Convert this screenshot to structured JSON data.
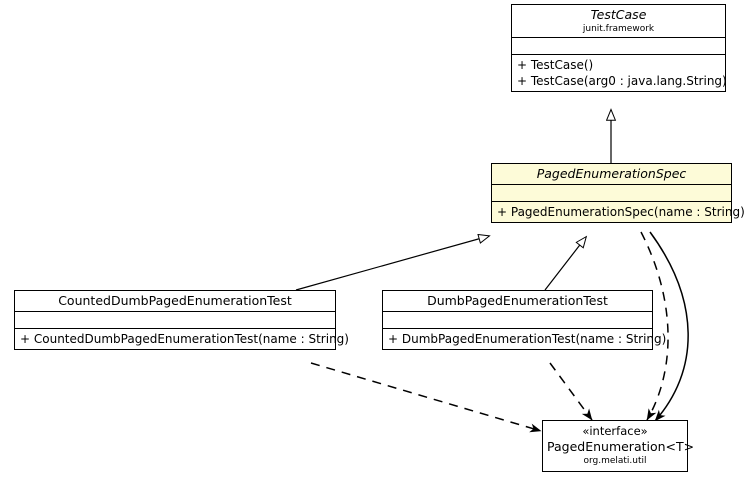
{
  "diagram": {
    "title": "UML class diagram",
    "background_color": "#ffffff",
    "line_color": "#000000",
    "highlight_color": "#fdfbd8"
  },
  "classes": {
    "testcase": {
      "name": "TestCase",
      "package": "junit.framework",
      "attributes": [],
      "operations": [
        "+ TestCase()",
        "+ TestCase(arg0 : java.lang.String)"
      ]
    },
    "spec": {
      "name": "PagedEnumerationSpec",
      "package": "",
      "attributes": [],
      "operations": [
        "+ PagedEnumerationSpec(name : String)"
      ]
    },
    "counted": {
      "name": "CountedDumbPagedEnumerationTest",
      "package": "",
      "attributes": [],
      "operations": [
        "+ CountedDumbPagedEnumerationTest(name : String)"
      ]
    },
    "dumb": {
      "name": "DumbPagedEnumerationTest",
      "package": "",
      "attributes": [],
      "operations": [
        "+ DumbPagedEnumerationTest(name : String)"
      ]
    },
    "iface": {
      "stereotype": "«interface»",
      "name": "PagedEnumeration<T>",
      "package": "org.melati.util"
    }
  },
  "relationships": [
    {
      "from": "PagedEnumerationSpec",
      "to": "TestCase",
      "type": "generalization",
      "style": "solid",
      "arrow": "hollow-triangle"
    },
    {
      "from": "CountedDumbPagedEnumerationTest",
      "to": "PagedEnumerationSpec",
      "type": "generalization",
      "style": "solid",
      "arrow": "hollow-triangle"
    },
    {
      "from": "DumbPagedEnumerationTest",
      "to": "PagedEnumerationSpec",
      "type": "generalization",
      "style": "solid",
      "arrow": "hollow-triangle"
    },
    {
      "from": "PagedEnumerationSpec",
      "to": "PagedEnumeration<T>",
      "type": "association",
      "style": "solid",
      "arrow": "filled-arrow"
    },
    {
      "from": "PagedEnumerationSpec",
      "to": "PagedEnumeration<T>",
      "type": "dependency",
      "style": "dashed",
      "arrow": "filled-arrow"
    },
    {
      "from": "CountedDumbPagedEnumerationTest",
      "to": "PagedEnumeration<T>",
      "type": "dependency",
      "style": "dashed",
      "arrow": "filled-arrow"
    },
    {
      "from": "DumbPagedEnumerationTest",
      "to": "PagedEnumeration<T>",
      "type": "dependency",
      "style": "dashed",
      "arrow": "filled-arrow"
    }
  ]
}
